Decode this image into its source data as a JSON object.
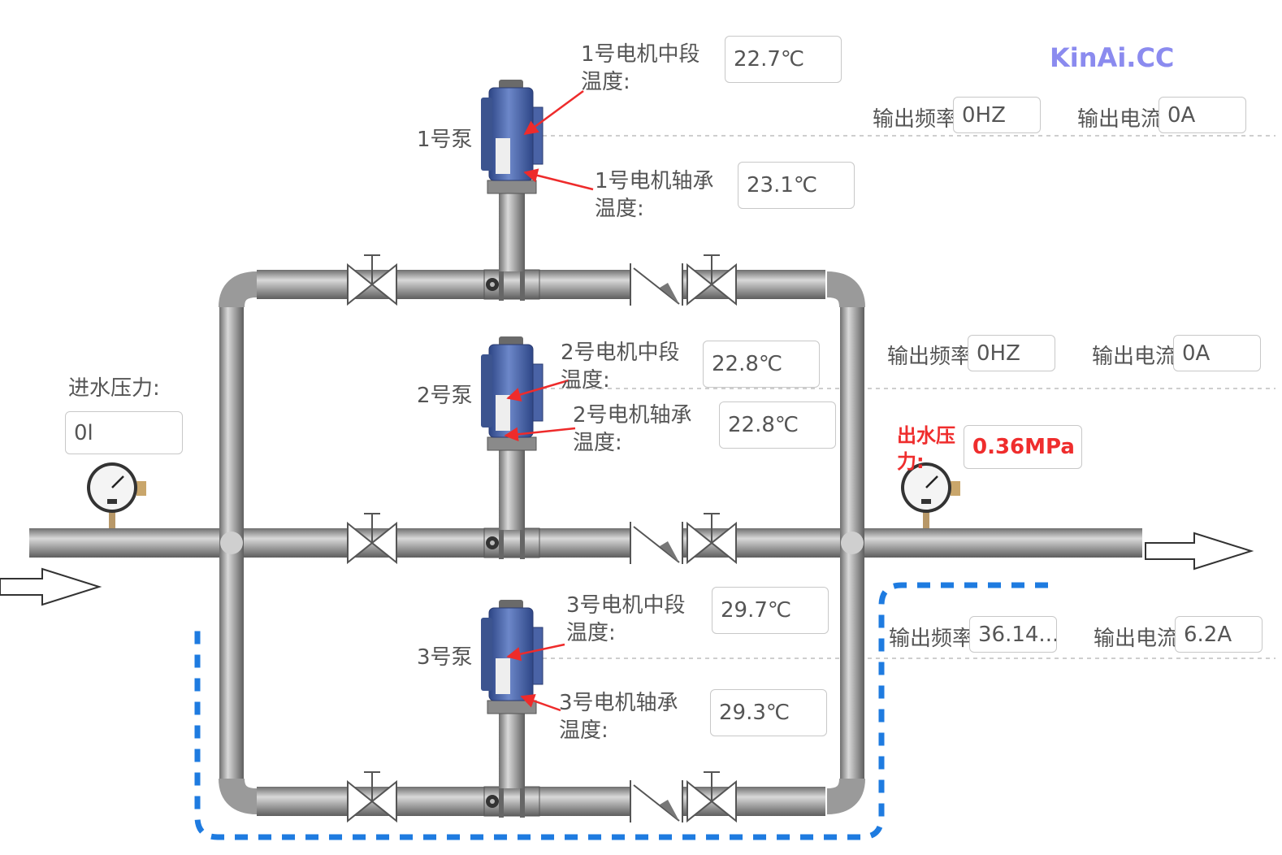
{
  "brand": "KinAi.CC",
  "inlet": {
    "label": "进水压力:",
    "value": "0l"
  },
  "outlet": {
    "label": "出水压力:",
    "value": "0.36MPa"
  },
  "pumps": [
    {
      "name": "1号泵",
      "mid_temp_label": "1号电机中段温度:",
      "mid_temp": "22.7℃",
      "bearing_temp_label": "1号电机轴承温度:",
      "bearing_temp": "23.1℃",
      "freq_label": "输出频率",
      "freq": "0HZ",
      "current_label": "输出电流",
      "current": "0A"
    },
    {
      "name": "2号泵",
      "mid_temp_label": "2号电机中段温度:",
      "mid_temp": "22.8℃",
      "bearing_temp_label": "2号电机轴承温度:",
      "bearing_temp": "22.8℃",
      "freq_label": "输出频率",
      "freq": "0HZ",
      "current_label": "输出电流",
      "current": "0A"
    },
    {
      "name": "3号泵",
      "mid_temp_label": "3号电机中段温度:",
      "mid_temp": "29.7℃",
      "bearing_temp_label": "3号电机轴承温度:",
      "bearing_temp": "29.3℃",
      "freq_label": "输出频率",
      "freq": "36.14...",
      "current_label": "输出电流",
      "current": "6.2A"
    }
  ],
  "colors": {
    "pipe": "#8c8c8c",
    "pump_body": "#4f6bb0",
    "highlight_border": "#1e7be0",
    "pointer": "#ee2b2b",
    "brand": "#8b8bef"
  }
}
